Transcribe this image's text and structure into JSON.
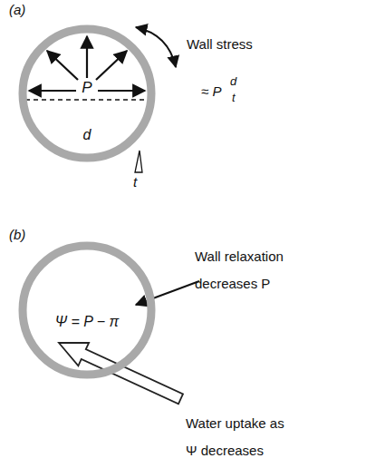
{
  "diagram": {
    "nodes": [
      {
        "text": [
          "P",
          "d"
        ]
      },
      {
        "text": [
          "Ψ = P − π"
        ]
      }
    ],
    "labels": [
      "(a)",
      "Wall stress",
      "≈ P",
      "d",
      "t",
      "t",
      "(b)",
      "Wall relaxation decreases P",
      "Water uptake as Ψ decreases"
    ]
  }
}
